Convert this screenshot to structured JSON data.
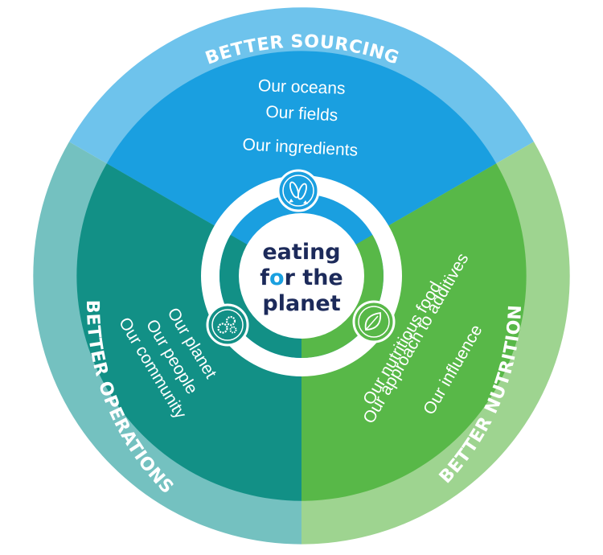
{
  "center": {
    "line1": "eating",
    "line2_f": "f",
    "line2_o": "o",
    "line2_rest": "r the",
    "line3": "planet"
  },
  "segments": {
    "sourcing": {
      "title": "BETTER SOURCING",
      "items": [
        "Our oceans",
        "Our fields",
        "Our ingredients"
      ],
      "icon": "fish-icon"
    },
    "nutrition": {
      "title": "BETTER NUTRITION",
      "items": [
        "Our nutritious food",
        "Our approach to additives",
        "Our influence"
      ],
      "icon": "leaf-icon"
    },
    "operations": {
      "title": "BETTER OPERATIONS",
      "items": [
        "Our planet",
        "Our people",
        "Our community"
      ],
      "icon": "gears-icon"
    }
  },
  "colors": {
    "sourcing_outer": "#6ec3ec",
    "sourcing_inner": "#1a9fe0",
    "nutrition_outer": "#9ed490",
    "nutrition_inner": "#58b848",
    "operations_outer": "#74c1c0",
    "operations_inner": "#129086",
    "center_text": "#1c2a5a",
    "accent": "#1aa0e0"
  }
}
